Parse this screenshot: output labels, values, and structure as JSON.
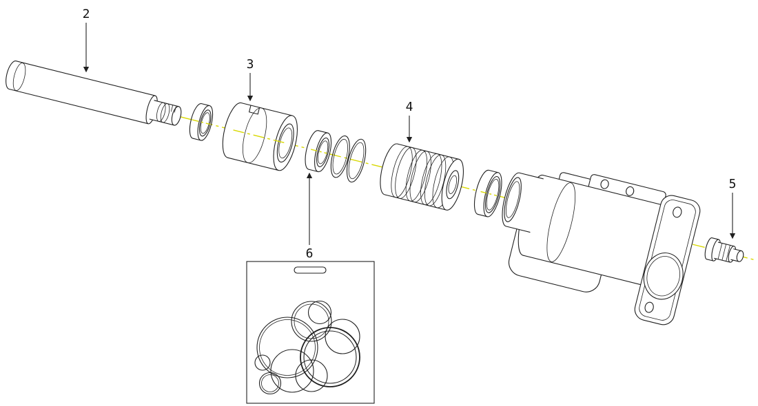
{
  "diagram": {
    "callouts": {
      "rod": "2",
      "gland": "3",
      "piston": "4",
      "plug": "5",
      "seal": "6"
    },
    "colors": {
      "line": "#1f1f1f",
      "centerline": "#d8d800",
      "background": "#ffffff"
    }
  }
}
